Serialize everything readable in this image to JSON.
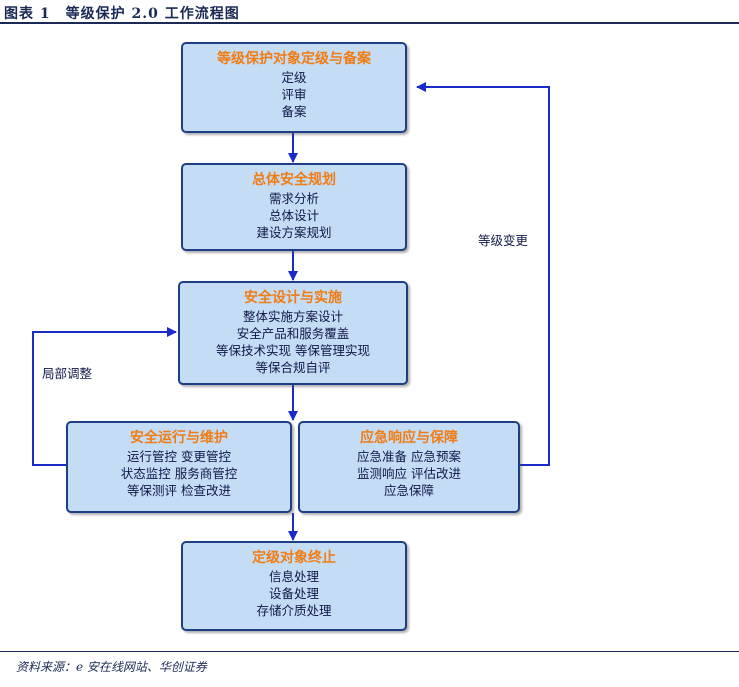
{
  "figure": {
    "title": "图表 1　等级保护 2.0 工作流程图"
  },
  "source": "资料来源：e 安在线网站、华创证券",
  "nodes": {
    "grading": {
      "title": "等级保护对象定级与备案",
      "lines": [
        "定级",
        "评审",
        "备案"
      ]
    },
    "planning": {
      "title": "总体安全规划",
      "lines": [
        "需求分析",
        "总体设计",
        "建设方案规划"
      ]
    },
    "design": {
      "title": "安全设计与实施",
      "lines": [
        "整体实施方案设计",
        "安全产品和服务覆盖",
        "等保技术实现 等保管理实现",
        "等保合规自评"
      ]
    },
    "operation": {
      "title": "安全运行与维护",
      "lines": [
        "运行管控 变更管控",
        "状态监控 服务商管控",
        "等保测评 检查改进"
      ]
    },
    "emergency": {
      "title": "应急响应与保障",
      "lines": [
        "应急准备 应急预案",
        "监测响应 评估改进",
        "应急保障"
      ]
    },
    "termination": {
      "title": "定级对象终止",
      "lines": [
        "信息处理",
        "设备处理",
        "存储介质处理"
      ]
    }
  },
  "edges": {
    "grade_change": "等级变更",
    "local_adjust": "局部调整"
  }
}
